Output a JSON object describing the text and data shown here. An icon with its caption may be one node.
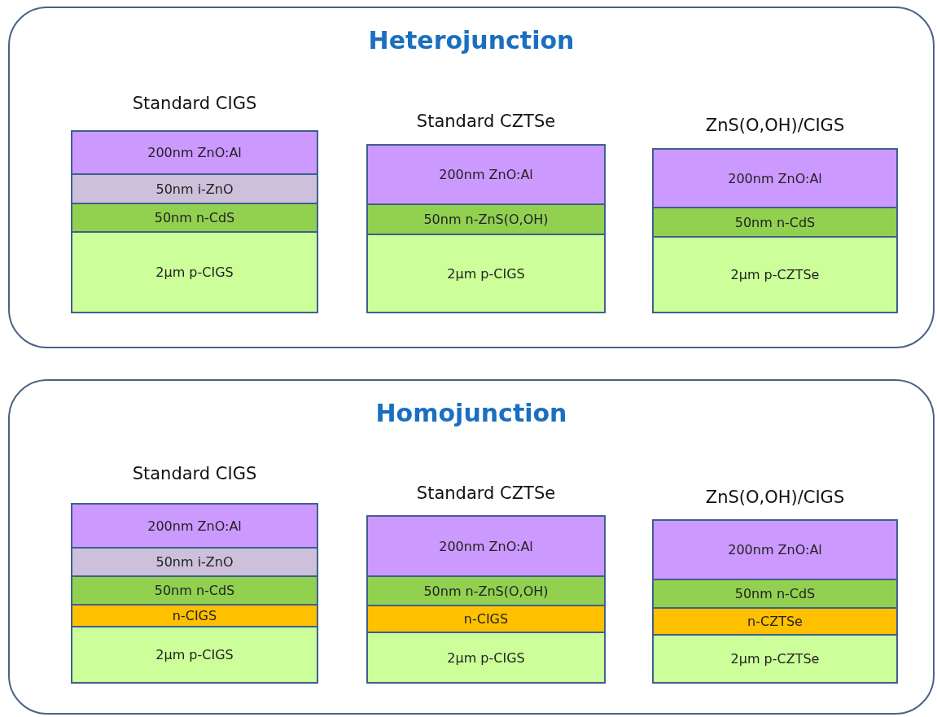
{
  "diagram": {
    "nodes": [
      {
        "text": [
          "Heterojunction"
        ]
      },
      {
        "text": [
          "Standard CIGS"
        ],
        "in": 0
      },
      {
        "text": [
          "200nm ZnO:Al"
        ],
        "in": 1
      },
      {
        "text": [
          "50nm i-ZnO"
        ],
        "in": 1
      },
      {
        "text": [
          "50nm n-CdS"
        ],
        "in": 1
      },
      {
        "text": [
          "2μm p-CIGS"
        ],
        "in": 1
      },
      {
        "text": [
          "Standard CZTSe"
        ],
        "in": 0
      },
      {
        "text": [
          "200nm ZnO:Al"
        ],
        "in": 6
      },
      {
        "text": [
          "50nm n-ZnS(O,OH)"
        ],
        "in": 6
      },
      {
        "text": [
          "2μm p-CIGS"
        ],
        "in": 6
      },
      {
        "text": [
          "ZnS(O,OH)/CIGS"
        ],
        "in": 0
      },
      {
        "text": [
          "200nm ZnO:Al"
        ],
        "in": 10
      },
      {
        "text": [
          "50nm n-CdS"
        ],
        "in": 10
      },
      {
        "text": [
          "2μm p-CZTSe"
        ],
        "in": 10
      },
      {
        "text": [
          "Homojunction"
        ]
      },
      {
        "text": [
          "Standard CIGS"
        ],
        "in": 14
      },
      {
        "text": [
          "200nm ZnO:Al"
        ],
        "in": 15
      },
      {
        "text": [
          "50nm i-ZnO"
        ],
        "in": 15
      },
      {
        "text": [
          "50nm n-CdS"
        ],
        "in": 15
      },
      {
        "text": [
          "n-CIGS"
        ],
        "in": 15
      },
      {
        "text": [
          "2μm p-CIGS"
        ],
        "in": 15
      },
      {
        "text": [
          "Standard CZTSe"
        ],
        "in": 14
      },
      {
        "text": [
          "200nm ZnO:Al"
        ],
        "in": 21
      },
      {
        "text": [
          "50nm n-ZnS(O,OH)"
        ],
        "in": 21
      },
      {
        "text": [
          "n-CIGS"
        ],
        "in": 21
      },
      {
        "text": [
          "2μm p-CIGS"
        ],
        "in": 21
      },
      {
        "text": [
          "ZnS(O,OH)/CIGS"
        ],
        "in": 14
      },
      {
        "text": [
          "200nm ZnO:Al"
        ],
        "in": 26
      },
      {
        "text": [
          "50nm n-CdS"
        ],
        "in": 26
      },
      {
        "text": [
          "n-CZTSe"
        ],
        "in": 26
      },
      {
        "text": [
          "2μm p-CZTSe"
        ],
        "in": 26
      }
    ],
    "edges": []
  }
}
